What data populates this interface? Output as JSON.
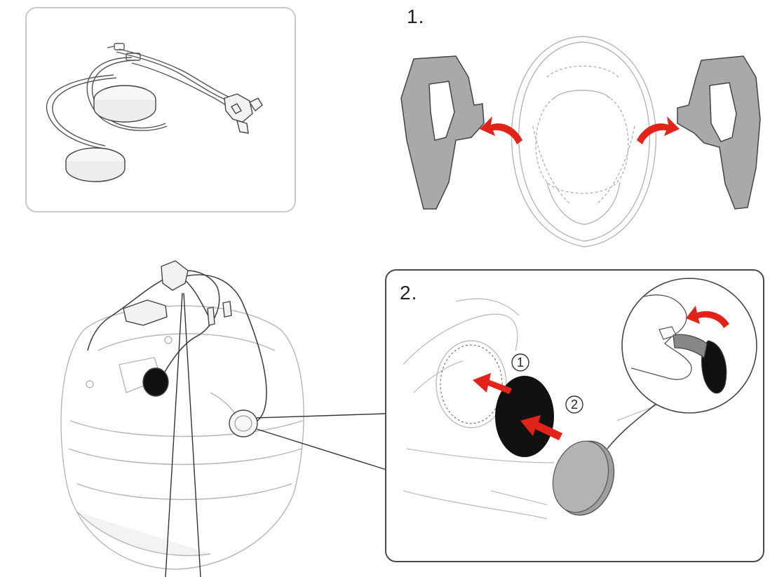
{
  "steps": [
    {
      "label": "1."
    },
    {
      "label": "2."
    }
  ],
  "markers": [
    {
      "label": "1"
    },
    {
      "label": "2"
    }
  ],
  "colors": {
    "arrow": "#e2231a",
    "pad_gray": "#a9a9a9",
    "line": "#555555",
    "light_line": "#b5b5b5",
    "black_pad": "#111111",
    "panel_border_dark": "#4a4a4a",
    "panel_border_light": "#c9c9c9"
  },
  "icons": [
    "speaker-kit-icon",
    "helmet-icon",
    "ear-pocket-icon",
    "speaker-icon",
    "red-arrow-icon",
    "hook-and-loop-pad-icon"
  ]
}
